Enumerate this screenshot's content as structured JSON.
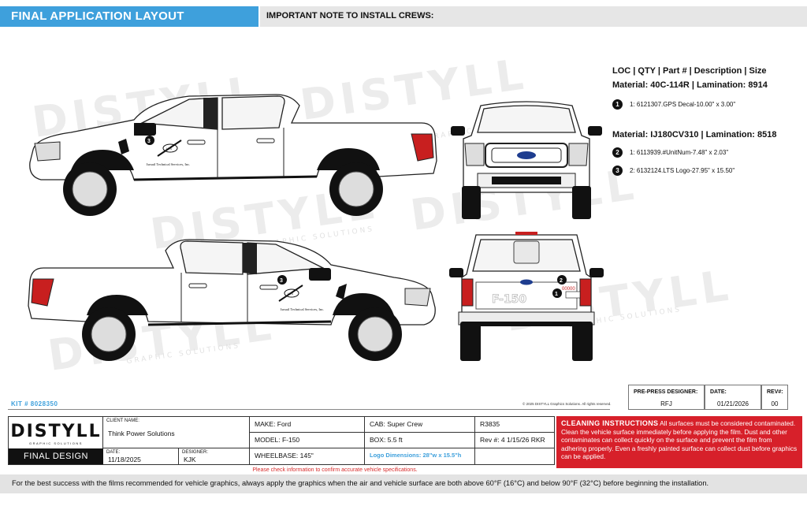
{
  "header": {
    "title": "FINAL APPLICATION LAYOUT",
    "note_label": "IMPORTANT NOTE TO INSTALL CREWS:"
  },
  "watermark": {
    "brand": "DISTYLL",
    "sub": "GRAPHIC SOLUTIONS"
  },
  "vehicle": {
    "door_text": "Ismail Technical Services, Inc.",
    "lts_text": "LTS",
    "unit_number": "00000",
    "callout_1": "1",
    "callout_2": "2",
    "callout_3": "3"
  },
  "info": {
    "columns_line": "LOC | QTY | Part # | Description | Size",
    "groups": [
      {
        "material": "Material: 40C-114R | Lamination: 8914",
        "items": [
          {
            "loc": "1",
            "text": "1: 6121307.GPS Decal-10.00\" x 3.00\""
          }
        ]
      },
      {
        "material": "Material: IJ180CV310 | Lamination: 8518",
        "items": [
          {
            "loc": "2",
            "text": "1: 6113939.#UnitNum-7.48\" x 2.03\""
          },
          {
            "loc": "3",
            "text": "2: 6132124.LTS Logo-27.95\" x 15.50\""
          }
        ]
      }
    ]
  },
  "prepress": {
    "designer_label": "PRE-PRESS DESIGNER:",
    "designer": "RFJ",
    "date_label": "DATE:",
    "date": "01/21/2026",
    "rev_label": "REV#:",
    "rev": "00"
  },
  "kit": "KIT # 8028350",
  "copyright": "© 2025 DISTYLL Graphics Solutions. All rights reserved.",
  "brand_block": {
    "logo": "DISTYLL",
    "tagline": "GRAPHIC SOLUTIONS",
    "final": "FINAL DESIGN"
  },
  "table": {
    "client_label": "CLIENT NAME:",
    "client": "Think Power Solutions",
    "date_label": "DATE:",
    "date": "11/18/2025",
    "designer_label": "DESIGNER:",
    "designer": "KJK",
    "make": "MAKE: Ford",
    "model": "MODEL: F-150",
    "wheelbase": "WHEELBASE: 145\"",
    "cab": "CAB: Super Crew",
    "box": "BOX: 5.5 ft",
    "logo_dims": "Logo Dimensions: 28\"w x 15.5\"h",
    "job": "R3835",
    "rev": "Rev #: 4  1/15/26  RKR"
  },
  "check_note": "Please check information to confirm accurate vehicle specifications.",
  "cleaning": {
    "title": "CLEANING INSTRUCTIONS",
    "text": " All surfaces must be considered contaminated. Clean the vehicle surface immediately before applying the film. Dust and other contaminates can collect quickly on the surface and prevent the film from adhering properly. Even a freshly painted surface can collect dust before graphics can be applied."
  },
  "footer": "For the best success with the films recommended for vehicle graphics, always apply the graphics when the air and vehicle surface are both above 60°F (16°C) and below 90°F (32°C) before beginning the installation."
}
